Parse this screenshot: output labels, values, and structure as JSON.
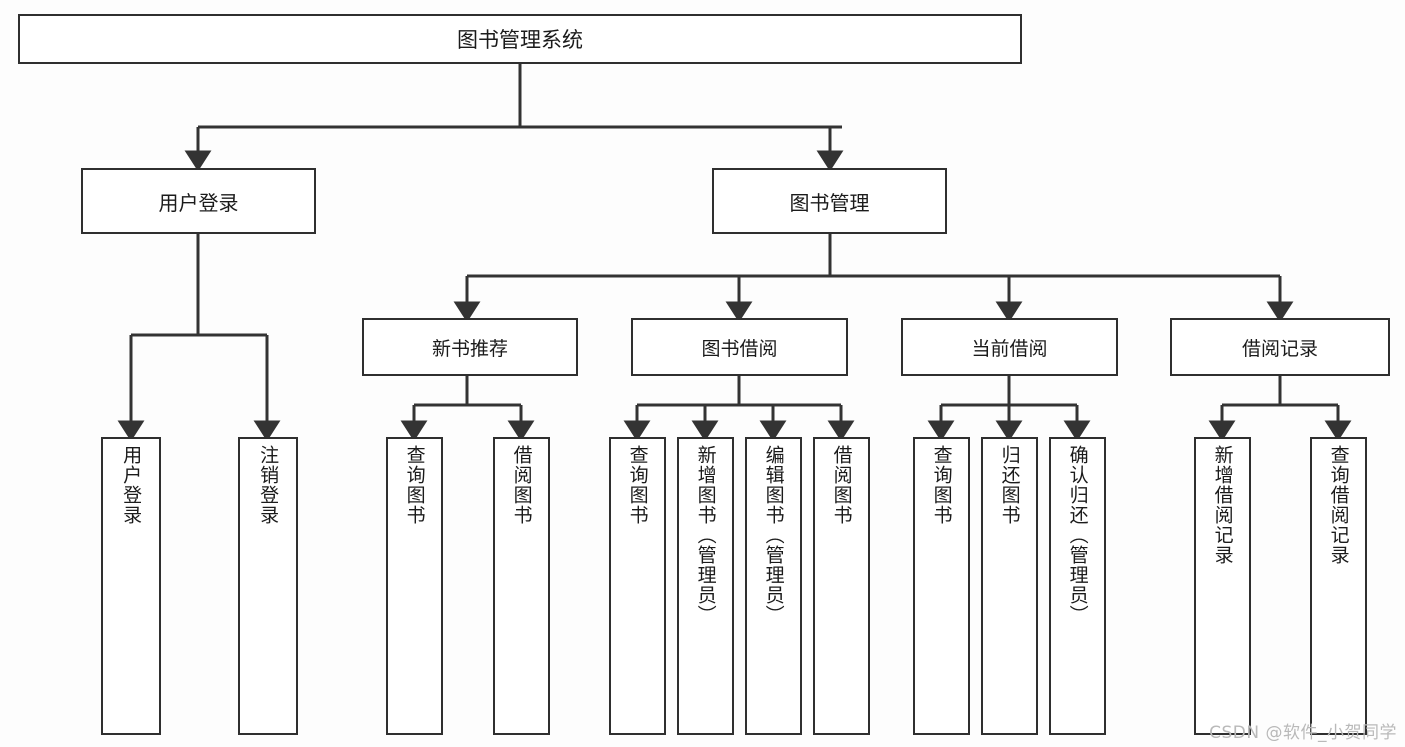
{
  "diagram": {
    "title": "图书管理系统",
    "watermark": "CSDN @软件_小贺同学",
    "colors": {
      "background": "#fdfdfd",
      "box_fill": "#ffffff",
      "box_border": "#2f2f2f",
      "edge": "#333333",
      "text": "#1b1b1b",
      "watermark": "#b9b9b9"
    },
    "root": {
      "label": "图书管理系统"
    },
    "level2": [
      {
        "label": "用户登录"
      },
      {
        "label": "图书管理"
      }
    ],
    "level3": [
      {
        "label": "新书推荐"
      },
      {
        "label": "图书借阅"
      },
      {
        "label": "当前借阅"
      },
      {
        "label": "借阅记录"
      }
    ],
    "leaves": {
      "user_login": [
        {
          "label": "用户登录"
        },
        {
          "label": "注销登录"
        }
      ],
      "new_book": [
        {
          "label": "查询图书"
        },
        {
          "label": "借阅图书"
        }
      ],
      "book_borrow": [
        {
          "label": "查询图书"
        },
        {
          "label": "新增图书（管理员）"
        },
        {
          "label": "编辑图书（管理员）"
        },
        {
          "label": "借阅图书"
        }
      ],
      "current_borrow": [
        {
          "label": "查询图书"
        },
        {
          "label": "归还图书"
        },
        {
          "label": "确认归还（管理员）"
        }
      ],
      "borrow_record": [
        {
          "label": "新增借阅记录"
        },
        {
          "label": "查询借阅记录"
        }
      ]
    }
  }
}
